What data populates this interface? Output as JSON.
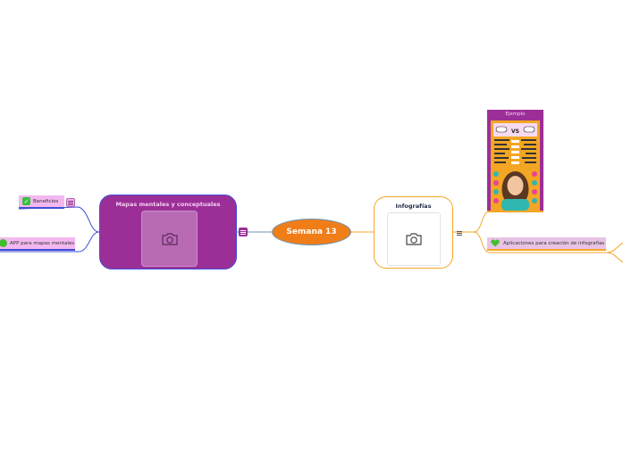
{
  "central": {
    "label": "Semana 13"
  },
  "mapas": {
    "title": "Mapas mentales y conceptuales",
    "children": {
      "beneficios": "Beneficios",
      "app": "APP para mapas mentales"
    }
  },
  "infografias": {
    "title": "Infografías",
    "children": {
      "ejemplo": "Ejemplo",
      "aplicaciones": "Aplicaciones para creación de infografías"
    }
  },
  "icons": {
    "camera": "camera-icon",
    "notes": "notes-icon",
    "check": "check-icon",
    "heart": "heart-icon"
  },
  "colors": {
    "central": "#f07d17",
    "mapas_fill": "#9c2f97",
    "mapas_border": "#3f4fd6",
    "infografias_border": "#f5a623",
    "leaf_pink": "#f3b8f0"
  }
}
